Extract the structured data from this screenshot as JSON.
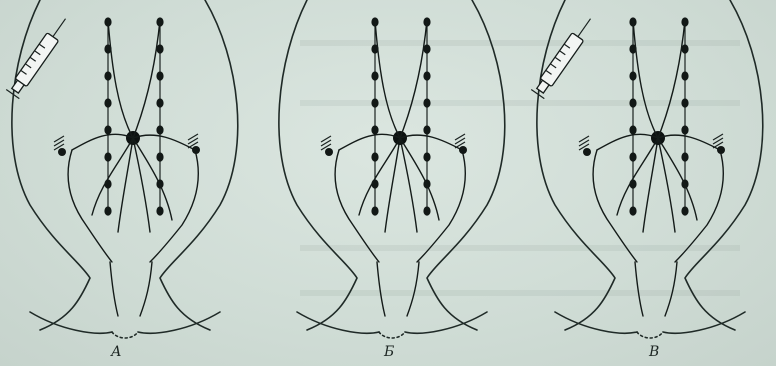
{
  "figure": {
    "panels": [
      {
        "id": "A",
        "label": "А",
        "syringe": true
      },
      {
        "id": "B",
        "label": "Б",
        "syringe": false
      },
      {
        "id": "V",
        "label": "В",
        "syringe": true
      }
    ]
  }
}
